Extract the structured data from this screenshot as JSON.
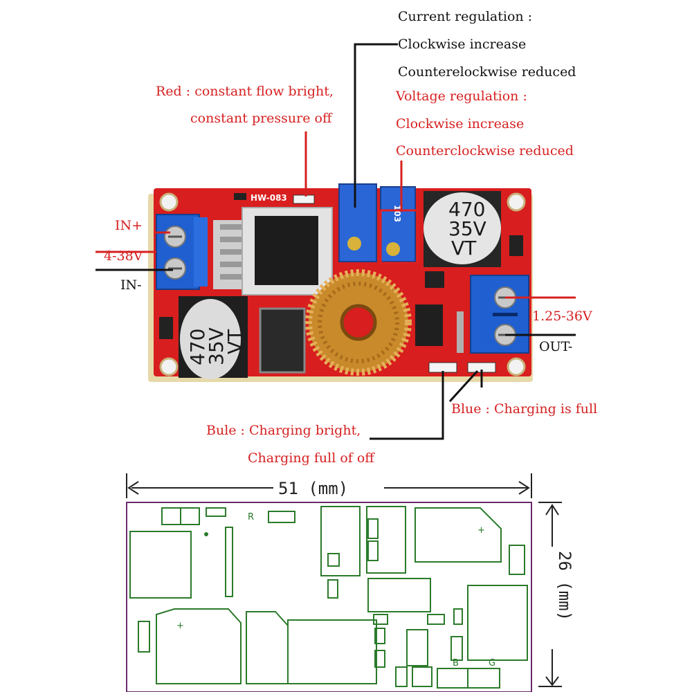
{
  "colors": {
    "pcb": "#d81e1e",
    "terminal": "#1f5fd0",
    "pot": "#2a66d6",
    "outline": "#2a7a2a",
    "frame": "#6b2a6b",
    "label_black": "#111111",
    "label_red": "#d62020"
  },
  "labels": {
    "current_title": "Current regulation :",
    "current_cw": "Clockwise increase",
    "current_ccw": "Counterelockwise reduced",
    "voltage_title": "Voltage regulation :",
    "voltage_cw": "Clockwise increase",
    "voltage_ccw": "Counterclockwise reduced",
    "red_led_1": "Red : constant flow bright,",
    "red_led_2": "constant pressure off",
    "in_plus": "IN+",
    "in_range": "4-38V",
    "in_minus": "IN-",
    "out_range": "1.25-36V",
    "out_minus": "OUT-",
    "blue_led": "Blue : Charging is full",
    "bule_led_1": "Bule : Charging bright,",
    "bule_led_2": "Charging full of off"
  },
  "board": {
    "model": "HW-083",
    "cap_value": "470",
    "cap_voltage": "35V",
    "cap_series": "VT",
    "pot_code": "103"
  },
  "drawing": {
    "width_label": "51 (mm)",
    "height_label": "26 (mm)",
    "mark_r": "R",
    "mark_b": "B",
    "mark_g": "G",
    "plus": "+"
  }
}
